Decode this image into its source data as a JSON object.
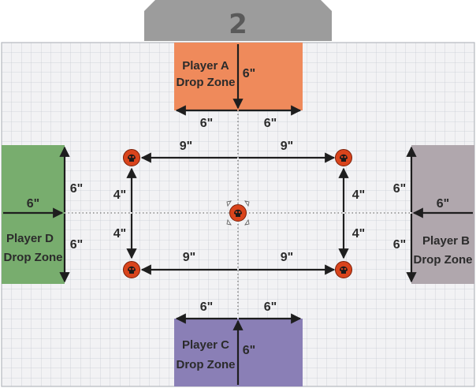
{
  "mission": {
    "number": "2"
  },
  "zones": {
    "a": {
      "line1": "Player A",
      "line2": "Drop Zone",
      "color": "#ef8a5b"
    },
    "b": {
      "line1": "Player B",
      "line2": "Drop Zone",
      "color": "#b0a7ad"
    },
    "c": {
      "line1": "Player C",
      "line2": "Drop Zone",
      "color": "#8a7fb6"
    },
    "d": {
      "line1": "Player D",
      "line2": "Drop Zone",
      "color": "#78ad6e"
    }
  },
  "measurements": {
    "six": "6\"",
    "nine": "9\"",
    "four": "4\""
  },
  "colors": {
    "board": "#f2f2f4",
    "grid": "#c9cdd3",
    "tab": "#9c9c9c",
    "objective": "#d9441c",
    "arrow": "#1e1e1e"
  },
  "icons": {
    "objective": "skull-objective-marker",
    "center": "central-objective-marker"
  }
}
